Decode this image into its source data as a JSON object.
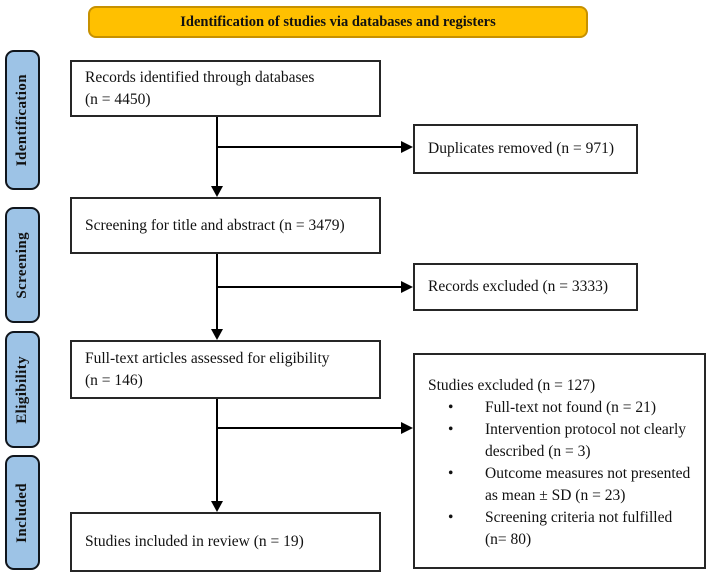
{
  "banner": {
    "title": "Identification of studies via databases and registers"
  },
  "stages": [
    {
      "label": "Identification"
    },
    {
      "label": "Screening"
    },
    {
      "label": "Eligibility"
    },
    {
      "label": "Included"
    }
  ],
  "boxes": {
    "records_identified": {
      "lines": [
        "Records identified through databases",
        "(n = 4450)"
      ]
    },
    "duplicates_removed": {
      "lines": [
        "Duplicates removed (n = 971)"
      ]
    },
    "title_abstract_screening": {
      "lines": [
        "Screening for title and abstract (n = 3479)"
      ]
    },
    "records_excluded": {
      "lines": [
        "Records excluded (n = 3333)"
      ]
    },
    "fulltext_assessed": {
      "lines": [
        "Full-text articles assessed for eligibility",
        "(n = 146)"
      ]
    },
    "studies_excluded": {
      "title": "Studies excluded (n = 127)",
      "reasons": [
        {
          "lines": [
            "Full-text not found (n = 21)",
            ""
          ]
        },
        {
          "lines": [
            "Intervention protocol not clearly",
            "described (n = 3)"
          ]
        },
        {
          "lines": [
            "Outcome measures not presented",
            "as mean ± SD (n = 23)"
          ]
        },
        {
          "lines": [
            "Screening criteria not fulfilled",
            "(n= 80)"
          ]
        }
      ]
    },
    "studies_included": {
      "lines": [
        "Studies included in review (n = 19)"
      ]
    }
  },
  "glyphs": {
    "bullet": "•"
  },
  "colors": {
    "banner_fill": "#FFC000",
    "banner_border": "#C79100",
    "stage_fill": "#9DC3E6",
    "box_border": "#262626",
    "connector": "#000000"
  }
}
